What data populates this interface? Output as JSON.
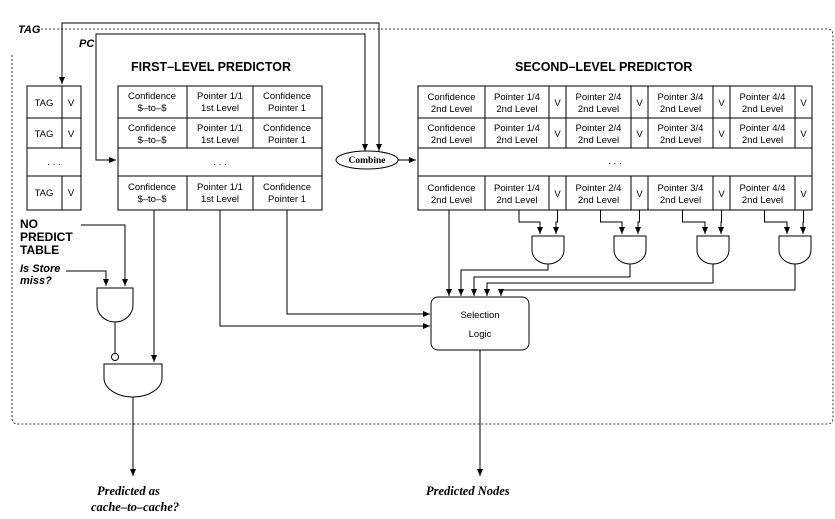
{
  "inputs": {
    "tag": "TAG",
    "pc": "PC",
    "is_store_miss": [
      "Is Store",
      "miss?"
    ]
  },
  "no_predict": {
    "title": [
      "NO",
      "PREDICT",
      "TABLE"
    ],
    "tag_label": "TAG",
    "valid_label": "V",
    "ellipsis": ". . ."
  },
  "first_level": {
    "title": "FIRST–LEVEL PREDICTOR",
    "ellipsis": ". . .",
    "rows": [
      {
        "cells": [
          [
            "Confidence",
            "$–to–$"
          ],
          [
            "Pointer 1/1",
            "1st Level"
          ],
          [
            "Confidence",
            "Pointer 1"
          ]
        ]
      },
      {
        "cells": [
          [
            "Confidence",
            "$–to–$"
          ],
          [
            "Pointer 1/1",
            "1st Level"
          ],
          [
            "Confidence",
            "Pointer 1"
          ]
        ]
      },
      {
        "cells": [
          [
            "Confidence",
            "$–to–$"
          ],
          [
            "Pointer 1/1",
            "1st Level"
          ],
          [
            "Confidence",
            "Pointer 1"
          ]
        ]
      }
    ]
  },
  "second_level": {
    "title": "SECOND–LEVEL PREDICTOR",
    "ellipsis": ". . .",
    "valid_label": "V",
    "confidence": [
      "Confidence",
      "2nd Level"
    ],
    "pointers": [
      [
        "Pointer 1/4",
        "2nd Level"
      ],
      [
        "Pointer 2/4",
        "2nd Level"
      ],
      [
        "Pointer 3/4",
        "2nd Level"
      ],
      [
        "Pointer 4/4",
        "2nd Level"
      ]
    ]
  },
  "combine_label": "Combine",
  "selection_logic": [
    "Selection",
    "Logic"
  ],
  "outputs": {
    "cache_to_cache": [
      "Predicted as",
      "cache–to–cache?"
    ],
    "predicted_nodes": "Predicted Nodes"
  }
}
